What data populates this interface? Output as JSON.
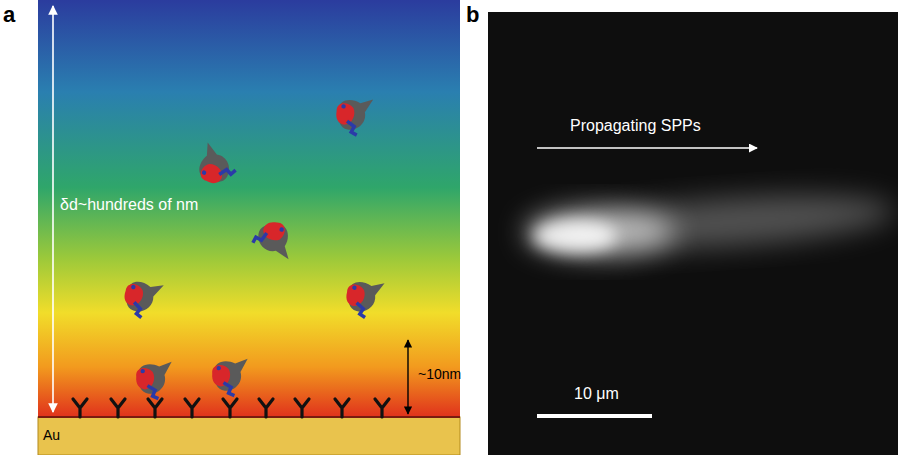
{
  "diagram": {
    "nodes": [
      {
        "text": [
          "δd~hundreds of nm"
        ]
      },
      {
        "text": [
          "Au"
        ]
      },
      {
        "text": [
          "Propagating SPPs",
          "10 μm"
        ]
      }
    ],
    "labels": [
      "a",
      "~10nm",
      "b"
    ]
  }
}
